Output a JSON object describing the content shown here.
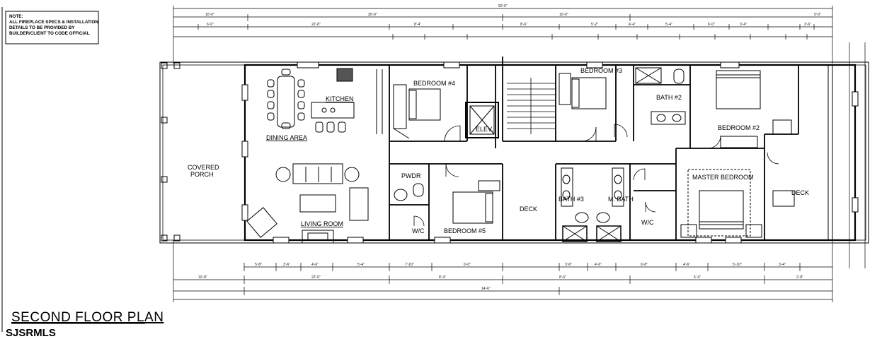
{
  "note": {
    "lines": [
      "NOTE:",
      "ALL FIREPLACE SPECS & INSTALLATION",
      "DETAILS TO BE PROVIDED BY",
      "BUILDER/CLIENT TO CODE OFFICIAL"
    ]
  },
  "rooms": {
    "covered_porch": [
      "COVERED",
      "PORCH"
    ],
    "kitchen": "KITCHEN",
    "dining_area": "DINING AREA",
    "living_room": "LIVING ROOM",
    "bedroom_4": "BEDROOM #4",
    "pwdr": "PWDR",
    "elev": "ELEV.",
    "bedroom_5": "BEDROOM #5",
    "wic_left": "W/C",
    "deck_mid": "DECK",
    "bedroom_3": "BEDROOM #3",
    "bath_2": "BATH #2",
    "bath_3": "BATH #3",
    "m_bath": "M. BATH",
    "wic_right": "W/C",
    "bedroom_2": "BEDROOM #2",
    "master_bedroom": "MASTER BEDROOM",
    "deck_right": "DECK"
  },
  "plan_title": "SECOND FLOOR PLAN",
  "watermark": "SJSRMLS",
  "dimensions": {
    "overall": "50'-0\"",
    "top_row": [
      "10'-0\"",
      "20'-0\"",
      "10'-0\"",
      "5'-0\""
    ],
    "top_row2": [
      "6'-0\"",
      "22'-8\"",
      "8'-4\"",
      "8'-6\"",
      "5'-2\"",
      "4'-4\"",
      "5'-4\"",
      "6'-0\"",
      "3'-4\"",
      "3'-6\""
    ],
    "bottom_row1": [
      "5'-8\"",
      "3'-6\"",
      "4'-6\"",
      "5'-4\"",
      "7'-10\"",
      "6'-0\"",
      "3'-6\"",
      "4'-6\"",
      "6'-8\"",
      "4'-6\"",
      "5'-10\"",
      "3'-4\""
    ],
    "bottom_row2": [
      "10'-8\"",
      "22'-0\"",
      "8'-4\"",
      "8'-6\"",
      "5'-4\"",
      "2'-8\""
    ],
    "bottom_row3": [
      "14'-6\""
    ]
  }
}
